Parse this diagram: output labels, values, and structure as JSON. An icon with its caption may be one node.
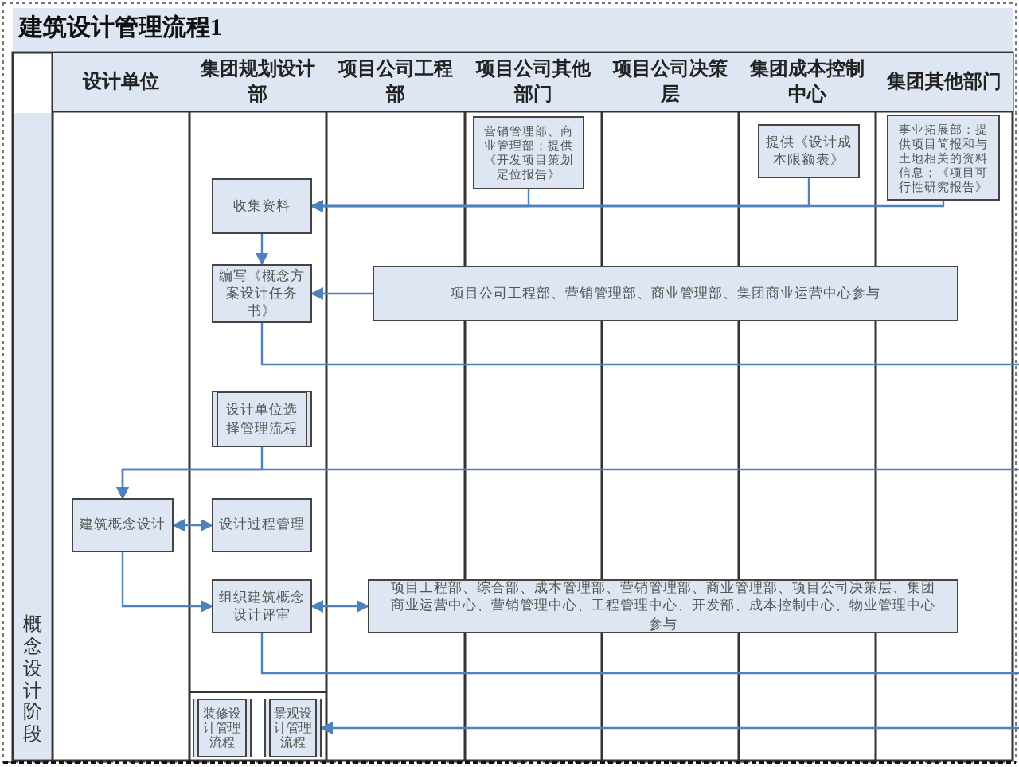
{
  "diagram": {
    "title": "建筑设计管理流程1",
    "nodes": [
      {
        "text": [
          "设计单位"
        ]
      },
      {
        "text": [
          "集团规划设计部"
        ]
      },
      {
        "text": [
          "项目公司工程部"
        ]
      },
      {
        "text": [
          "项目公司其他部门"
        ]
      },
      {
        "text": [
          "项目公司决策层"
        ]
      },
      {
        "text": [
          "集团成本控制中心"
        ]
      },
      {
        "text": [
          "集团其他部门"
        ]
      },
      {
        "text": [
          "概念设计阶段"
        ]
      },
      {
        "text": [
          "营销管理部、商业管理部：提供《开发项目策划定位报告》"
        ]
      },
      {
        "text": [
          "提供《设计成本限额表》"
        ]
      },
      {
        "text": [
          "事业拓展部：提供项目简报和与土地相关的资料信息；《项目可行性研究报告》"
        ]
      },
      {
        "text": [
          "收集资料"
        ]
      },
      {
        "text": [
          "编写《概念方案设计任务书》"
        ]
      },
      {
        "text": [
          "项目公司工程部、营销管理部、商业管理部、集团商业运营中心参与"
        ]
      },
      {
        "text": [
          "设计单位选择管理流程"
        ]
      },
      {
        "text": [
          "建筑概念设计"
        ]
      },
      {
        "text": [
          "设计过程管理"
        ]
      },
      {
        "text": [
          "组织建筑概念设计评审"
        ]
      },
      {
        "text": [
          "项目工程部、综合部、成本管理部、营销管理部、商业管理部、项目公司决策层、集团商业运营中心、营销管理中心、工程管理中心、开发部、成本控制中心、物业管理中心参与"
        ]
      },
      {
        "text": [
          "装修设计管理流程"
        ]
      },
      {
        "text": [
          "景观设计管理流程"
        ]
      }
    ],
    "edges": [
      {
        "from": 8,
        "to": 11,
        "arrow": "to"
      },
      {
        "from": 9,
        "to": 11,
        "arrow": "to"
      },
      {
        "from": 10,
        "to": 11,
        "arrow": "to"
      },
      {
        "from": 11,
        "to": 12,
        "arrow": "to"
      },
      {
        "from": 13,
        "to": 12,
        "arrow": "to"
      },
      {
        "from": 12,
        "to": null,
        "arrow": "none"
      },
      {
        "from": 14,
        "to": 15,
        "arrow": "to"
      },
      {
        "from": null,
        "to": 15,
        "arrow": "to"
      },
      {
        "from": 15,
        "to": 16,
        "arrow": "both"
      },
      {
        "from": 15,
        "to": 17,
        "arrow": "to"
      },
      {
        "from": 17,
        "to": 18,
        "arrow": "both"
      },
      {
        "from": 17,
        "to": null,
        "arrow": "none"
      },
      {
        "from": null,
        "to": 20,
        "arrow": "to"
      }
    ]
  }
}
